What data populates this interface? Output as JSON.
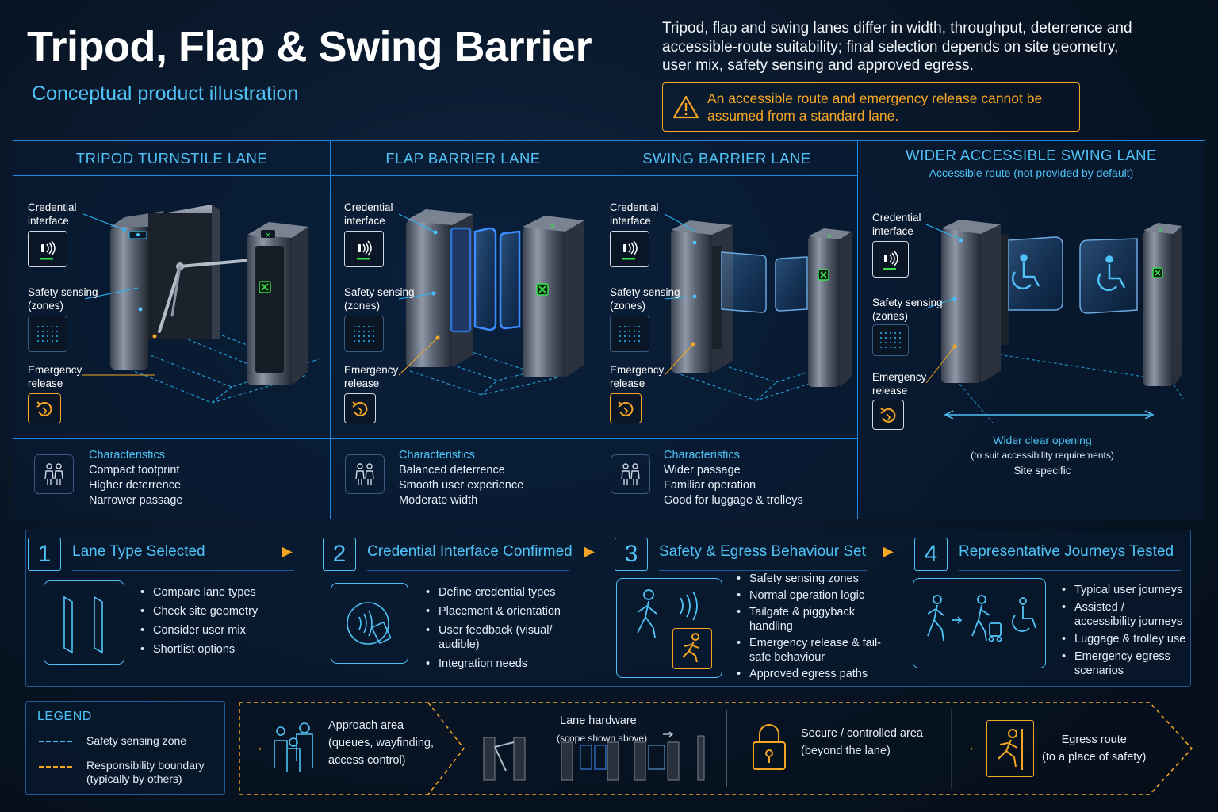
{
  "header": {
    "title": "Tripod, Flap & Swing Barrier",
    "subtitle": "Conceptual product illustration",
    "intro": "Tripod, flap and swing lanes differ in width, throughput, deterrence and accessible-route suitability; final selection depends on site geometry, user mix, safety sensing and approved egress.",
    "warning": "An accessible route and emergency release cannot be assumed from a standard lane."
  },
  "annotations": {
    "credential_1": "Credential",
    "credential_2": "interface",
    "safety_1": "Safety sensing",
    "safety_2": "(zones)",
    "emergency_1": "Emergency",
    "emergency_2": "release"
  },
  "lanes": [
    {
      "title": "TRIPOD TURNSTILE LANE",
      "char_heading": "Characteristics",
      "chars": [
        "Compact footprint",
        "Higher deterrence",
        "Narrower passage"
      ]
    },
    {
      "title": "FLAP BARRIER LANE",
      "char_heading": "Characteristics",
      "chars": [
        "Balanced deterrence",
        "Smooth user experience",
        "Moderate width"
      ]
    },
    {
      "title": "SWING BARRIER LANE",
      "char_heading": "Characteristics",
      "chars": [
        "Wider passage",
        "Familiar operation",
        "Good for luggage & trolleys"
      ]
    },
    {
      "title": "WIDER ACCESSIBLE SWING LANE",
      "subtitle": "Accessible route (not provided by default)",
      "opening_label": "Wider clear opening",
      "opening_note": "(to suit accessibility requirements)",
      "opening_site": "Site specific"
    }
  ],
  "steps": [
    {
      "num": "1",
      "title": "Lane Type Selected",
      "items": [
        "Compare lane types",
        "Check site geometry",
        "Consider user mix",
        "Shortlist options"
      ]
    },
    {
      "num": "2",
      "title": "Credential Interface Confirmed",
      "items": [
        "Define credential types",
        "Placement & orientation",
        "User feedback (visual/ audible)",
        "Integration needs"
      ]
    },
    {
      "num": "3",
      "title": "Safety & Egress Behaviour Set",
      "items": [
        "Safety sensing zones",
        "Normal operation logic",
        "Tailgate & piggyback handling",
        "Emergency release & fail-safe behaviour",
        "Approved egress paths"
      ]
    },
    {
      "num": "4",
      "title": "Representative Journeys Tested",
      "items": [
        "Typical user journeys",
        "Assisted / accessibility journeys",
        "Luggage & trolley use",
        "Emergency egress scenarios"
      ]
    }
  ],
  "legend": {
    "title": "LEGEND",
    "items": [
      {
        "label": "Safety sensing zone",
        "color": "#4fc3f7"
      },
      {
        "label": "Responsibility boundary (typically by others)",
        "color": "#f5a623"
      }
    ]
  },
  "flow": {
    "approach_1": "Approach area",
    "approach_2": "(queues, wayfinding,",
    "approach_3": "access control)",
    "hardware_1": "Lane hardware",
    "hardware_2": "(scope shown above)",
    "secure_1": "Secure / controlled area",
    "secure_2": "(beyond the lane)",
    "egress_1": "Egress route",
    "egress_2": "(to a place of safety)"
  },
  "colors": {
    "accent": "#4fc3f7",
    "warning": "#f5a623",
    "frame": "#1e88e5",
    "ok": "#39e04a"
  }
}
